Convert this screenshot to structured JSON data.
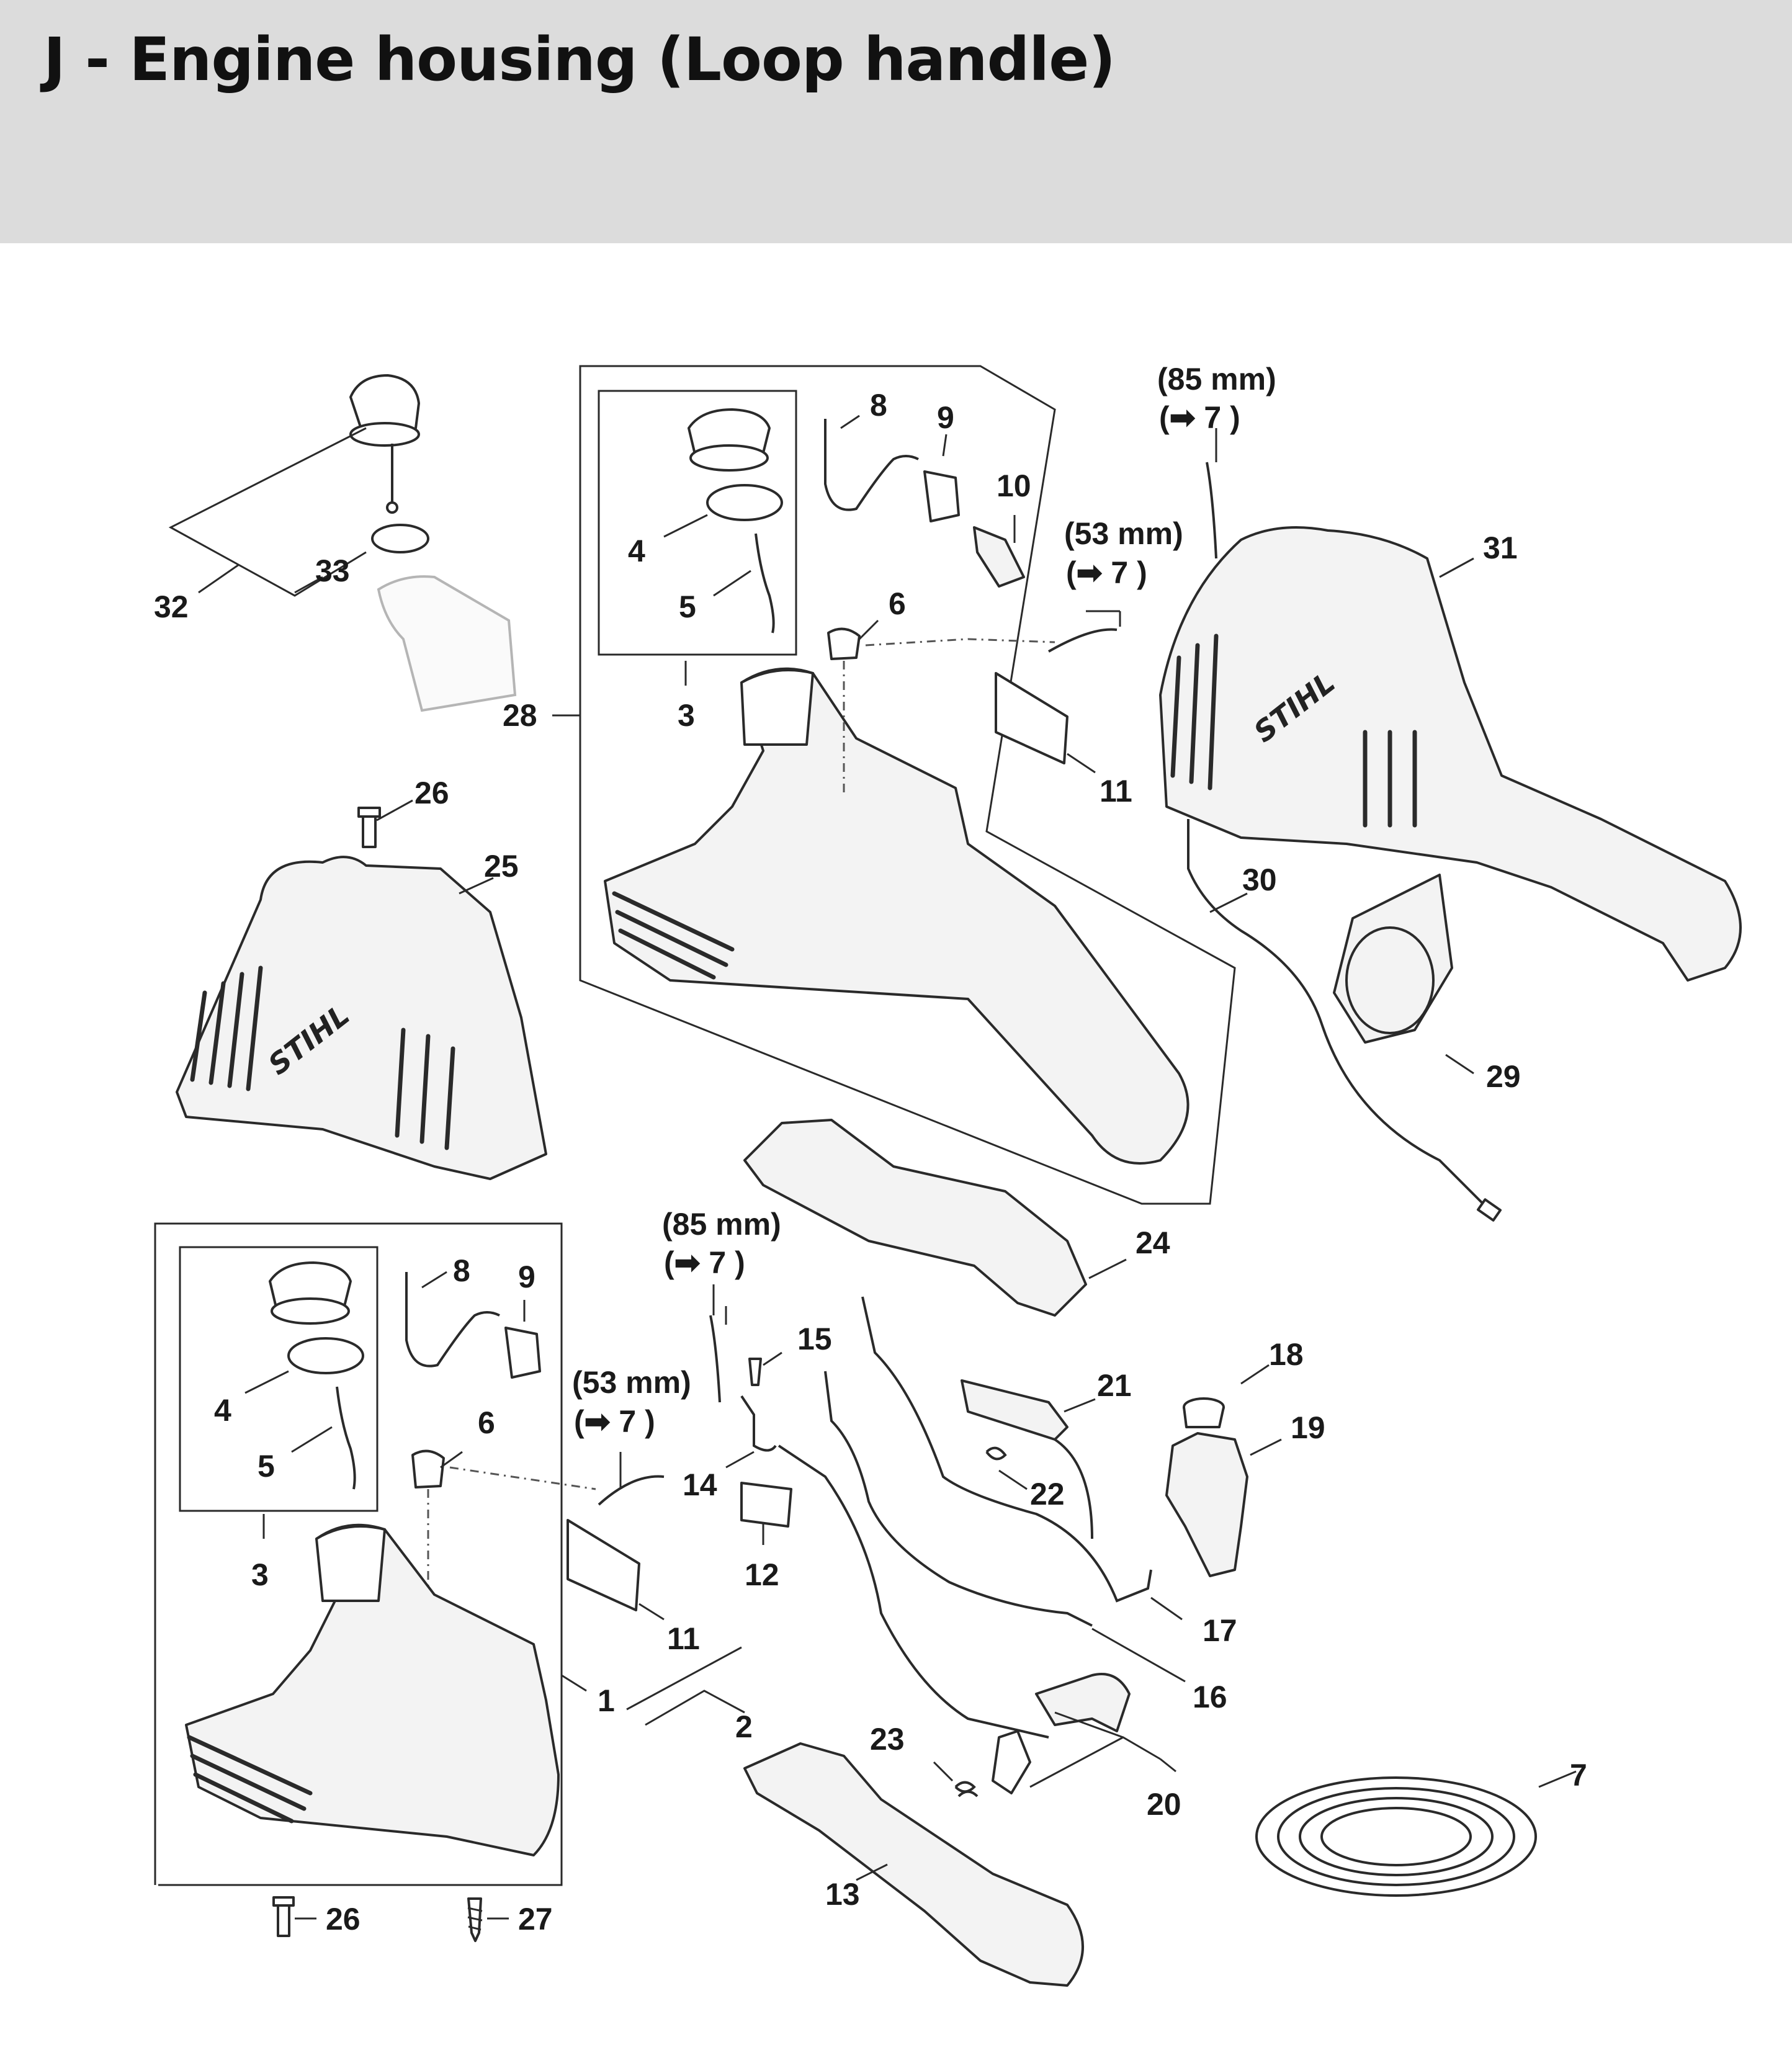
{
  "title": "J - Engine housing (Loop handle)",
  "brand": "STIHL",
  "callouts": [
    {
      "id": "c8a",
      "text": "8"
    },
    {
      "id": "c9a",
      "text": "9"
    },
    {
      "id": "c10",
      "text": "10"
    },
    {
      "id": "c4a",
      "text": "4"
    },
    {
      "id": "c5a",
      "text": "5"
    },
    {
      "id": "c6a",
      "text": "6"
    },
    {
      "id": "c3a",
      "text": "3"
    },
    {
      "id": "c28",
      "text": "28"
    },
    {
      "id": "c11a",
      "text": "11"
    },
    {
      "id": "c31",
      "text": "31"
    },
    {
      "id": "c32",
      "text": "32"
    },
    {
      "id": "c33",
      "text": "33"
    },
    {
      "id": "c26a",
      "text": "26"
    },
    {
      "id": "c25",
      "text": "25"
    },
    {
      "id": "c30",
      "text": "30"
    },
    {
      "id": "c29",
      "text": "29"
    },
    {
      "id": "c24",
      "text": "24"
    },
    {
      "id": "c8b",
      "text": "8"
    },
    {
      "id": "c9b",
      "text": "9"
    },
    {
      "id": "c4b",
      "text": "4"
    },
    {
      "id": "c5b",
      "text": "5"
    },
    {
      "id": "c6b",
      "text": "6"
    },
    {
      "id": "c3b",
      "text": "3"
    },
    {
      "id": "c15",
      "text": "15"
    },
    {
      "id": "c21",
      "text": "21"
    },
    {
      "id": "c18",
      "text": "18"
    },
    {
      "id": "c19",
      "text": "19"
    },
    {
      "id": "c22",
      "text": "22"
    },
    {
      "id": "c14",
      "text": "14"
    },
    {
      "id": "c12",
      "text": "12"
    },
    {
      "id": "c11b",
      "text": "11"
    },
    {
      "id": "c17",
      "text": "17"
    },
    {
      "id": "c16",
      "text": "16"
    },
    {
      "id": "c1",
      "text": "1"
    },
    {
      "id": "c2",
      "text": "2"
    },
    {
      "id": "c23",
      "text": "23"
    },
    {
      "id": "c20",
      "text": "20"
    },
    {
      "id": "c7",
      "text": "7"
    },
    {
      "id": "c13",
      "text": "13"
    },
    {
      "id": "c26b",
      "text": "26"
    },
    {
      "id": "c27",
      "text": "27"
    }
  ],
  "notes": [
    {
      "id": "n85a",
      "length": "(85 mm)",
      "ref": "(➡ 7 )"
    },
    {
      "id": "n53a",
      "length": "(53 mm)",
      "ref": "(➡ 7 )"
    },
    {
      "id": "n85b",
      "length": "(85 mm)",
      "ref": "(➡ 7 )"
    },
    {
      "id": "n53b",
      "length": "(53 mm)",
      "ref": "(➡ 7 )"
    }
  ]
}
